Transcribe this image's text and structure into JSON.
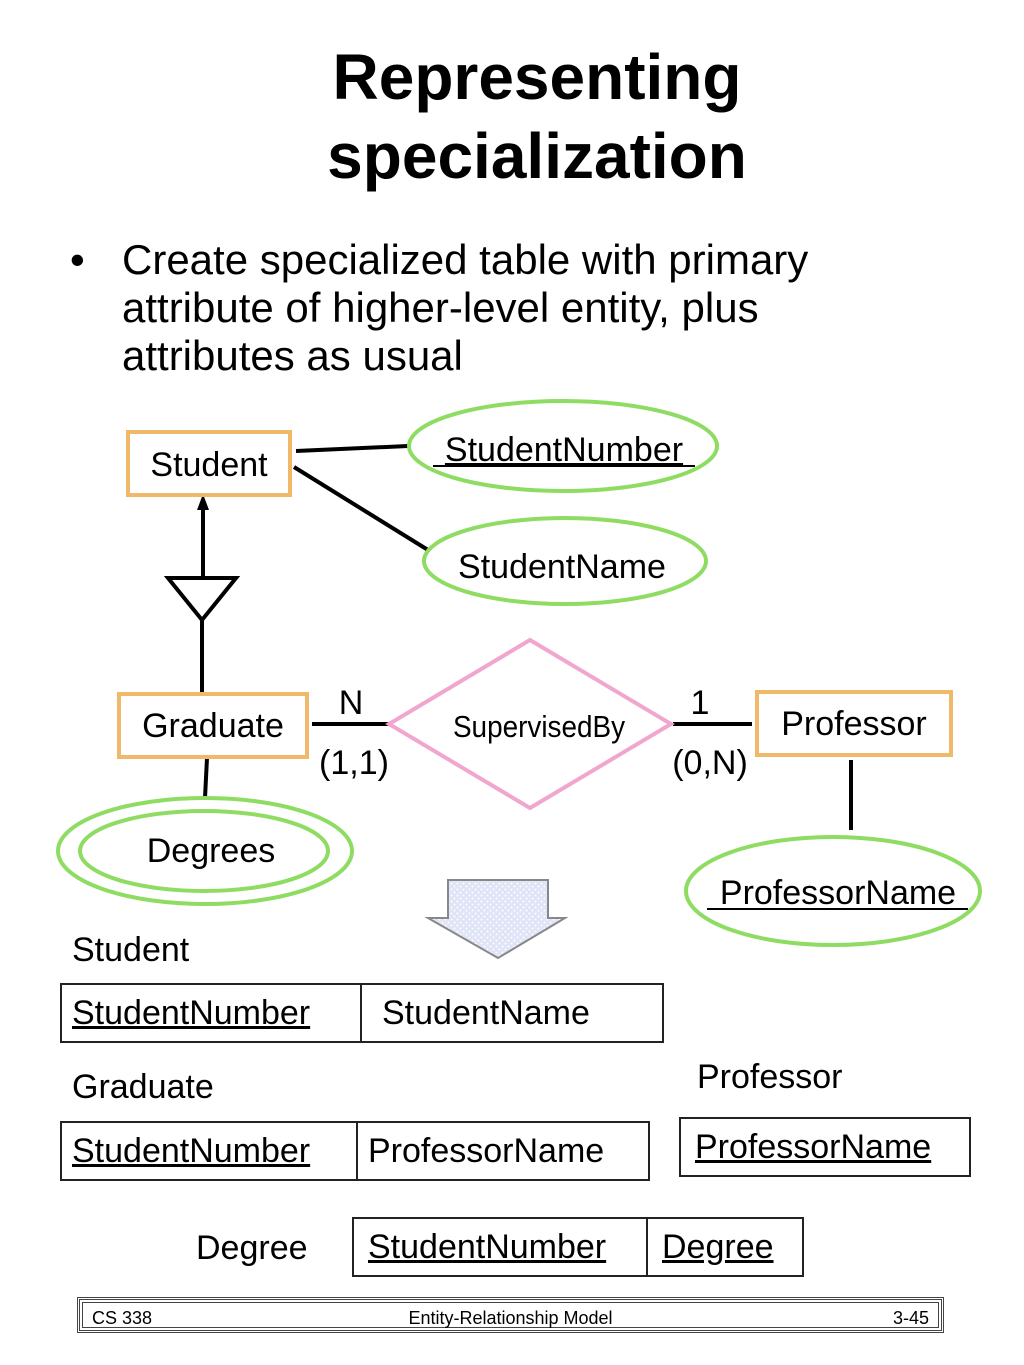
{
  "title": {
    "line1": "Representing",
    "line2": "specialization"
  },
  "bullet": {
    "marker": "•",
    "text": "Create specialized table with primary attribute of higher-level entity, plus attributes as usual"
  },
  "er_diagram": {
    "entities": {
      "student": "Student",
      "graduate": "Graduate",
      "professor": "Professor"
    },
    "attributes": {
      "student_number": "StudentNumber",
      "student_name": "StudentName",
      "degrees": "Degrees",
      "professor_name": "ProfessorName"
    },
    "relationship": "SupervisedBy",
    "cardinality": {
      "graduate_side": "N",
      "graduate_participation": "(1,1)",
      "professor_side": "1",
      "professor_participation": "(0,N)"
    },
    "colors": {
      "entity_border": "#f0b96a",
      "attribute_border": "#8fdc63",
      "relationship_border": "#f0a6cf",
      "arrow_fill": "#dfe4f7"
    }
  },
  "tables": {
    "student": {
      "name": "Student",
      "columns": [
        "StudentNumber",
        "StudentName"
      ]
    },
    "graduate": {
      "name": "Graduate",
      "columns": [
        "StudentNumber",
        "ProfessorName"
      ]
    },
    "professor": {
      "name": "Professor",
      "columns": [
        "ProfessorName"
      ]
    },
    "degree": {
      "name": "Degree",
      "columns": [
        "StudentNumber",
        "Degree"
      ]
    }
  },
  "footer": {
    "left": "CS 338",
    "center": "Entity-Relationship Model",
    "right": "3-45"
  }
}
